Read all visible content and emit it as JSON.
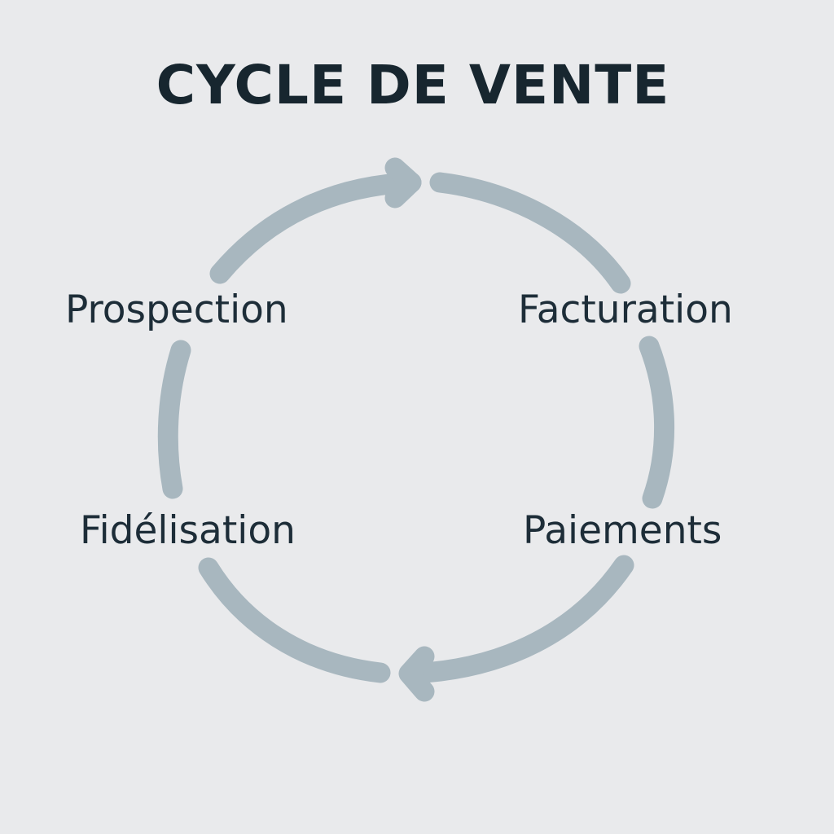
{
  "diagram": {
    "title": "CYCLE DE VENTE",
    "steps": [
      {
        "id": "prospection",
        "label": "Prospection"
      },
      {
        "id": "facturation",
        "label": "Facturation"
      },
      {
        "id": "paiements",
        "label": "Paiements"
      },
      {
        "id": "fidelisation",
        "label": "Fidélisation"
      }
    ],
    "arrow_color": "#a8b7bf",
    "text_color": "#1b2b36",
    "background_color": "#e9eaec"
  }
}
